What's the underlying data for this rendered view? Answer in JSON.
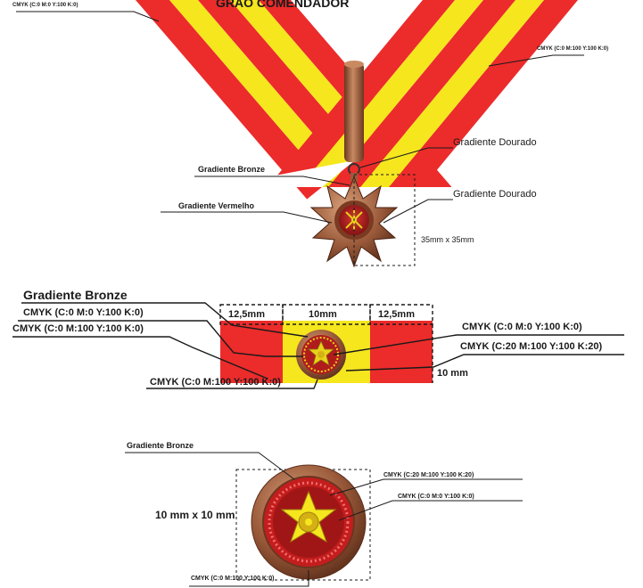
{
  "title": "GRÃO COMENDADOR",
  "colors": {
    "red": "#ec2b2b",
    "yellow": "#f5e61e",
    "bronze": "#9a5a3a",
    "bronze_light": "#c98a62",
    "bronze_dark": "#6b3620",
    "inner_red": "#b01c1c",
    "gold": "#e8d21a",
    "line": "#1a1a1a"
  },
  "ribbon_view": {
    "cmyk_top_left": "CMYK (C:0 M:0 Y:100 K:0)",
    "cmyk_top_right": "CMYK (C:0 M:100 Y:100 K:0)",
    "gradient_dourado_1": "Gradiente Dourado",
    "gradient_bronze": "Gradiente Bronze",
    "gradient_dourado_2": "Gradiente Dourado",
    "gradient_vermelho": "Gradiente Vermelho",
    "size": "35mm x 35mm"
  },
  "bar_view": {
    "gradient_bronze": "Gradiente Bronze",
    "cmyk_yellow_left": "CMYK (C:0 M:0 Y:100 K:0)",
    "cmyk_red_left": "CMYK (C:0 M:100 Y:100 K:0)",
    "cmyk_red_bottom": "CMYK (C:0 M:100 Y:100 K:0)",
    "cmyk_yellow_right": "CMYK (C:0 M:0 Y:100 K:0)",
    "cmyk_dark_red_right": "CMYK (C:20 M:100 Y:100 K:20)",
    "dim_left": "12,5mm",
    "dim_center": "10mm",
    "dim_right": "12,5mm",
    "dim_height": "10 mm"
  },
  "rosette_view": {
    "gradient_bronze": "Gradiente Bronze",
    "cmyk_dark_red": "CMYK (C:20 M:100 Y:100 K:20)",
    "cmyk_yellow": "CMYK (C:0 M:0 Y:100 K:0)",
    "cmyk_red": "CMYK (C:0 M:100 Y:100 K:0)",
    "size": "10 mm x 10 mm"
  }
}
